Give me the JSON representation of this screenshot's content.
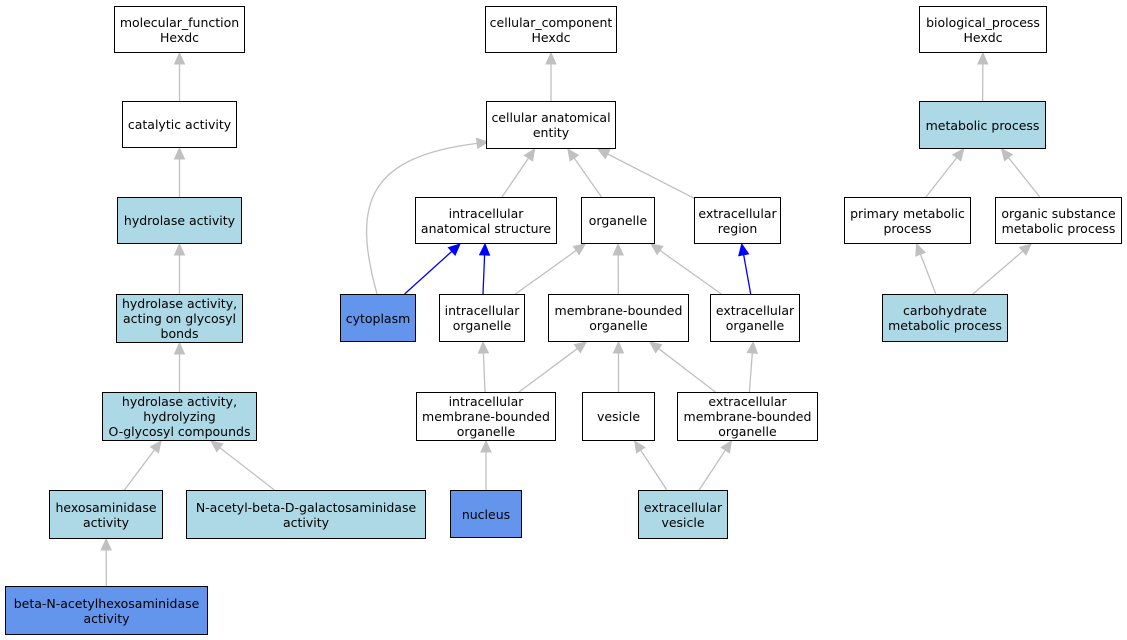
{
  "nodes": {
    "mf_root": {
      "label": "molecular_function\nHexdc",
      "fill": "white"
    },
    "catalytic": {
      "label": "catalytic activity",
      "fill": "white"
    },
    "hydrolase": {
      "label": "hydrolase activity",
      "fill": "light"
    },
    "hydrolase_glyco": {
      "label": "hydrolase activity,\nacting on glycosyl\nbonds",
      "fill": "light"
    },
    "hydrolase_oglyco": {
      "label": "hydrolase activity,\nhydrolyzing\nO-glycosyl compounds",
      "fill": "light"
    },
    "hexosaminidase": {
      "label": "hexosaminidase\nactivity",
      "fill": "light"
    },
    "nacetyl": {
      "label": "N-acetyl-beta-D-galactosaminidase\nactivity",
      "fill": "light"
    },
    "betan": {
      "label": "beta-N-acetylhexosaminidase\nactivity",
      "fill": "dark"
    },
    "cc_root": {
      "label": "cellular_component\nHexdc",
      "fill": "white"
    },
    "anat": {
      "label": "cellular anatomical\nentity",
      "fill": "white"
    },
    "intra_struct": {
      "label": "intracellular\nanatomical structure",
      "fill": "white"
    },
    "organelle": {
      "label": "organelle",
      "fill": "white"
    },
    "extra_region": {
      "label": "extracellular\nregion",
      "fill": "white"
    },
    "cytoplasm": {
      "label": "cytoplasm",
      "fill": "dark"
    },
    "intra_org": {
      "label": "intracellular\norganelle",
      "fill": "white"
    },
    "mb_org": {
      "label": "membrane-bounded\norganelle",
      "fill": "white"
    },
    "extra_org": {
      "label": "extracellular\norganelle",
      "fill": "white"
    },
    "intra_mb": {
      "label": "intracellular\nmembrane-bounded\norganelle",
      "fill": "white"
    },
    "vesicle": {
      "label": "vesicle",
      "fill": "white"
    },
    "extra_mb": {
      "label": "extracellular\nmembrane-bounded\norganelle",
      "fill": "white"
    },
    "nucleus": {
      "label": "nucleus",
      "fill": "dark"
    },
    "extra_vesicle": {
      "label": "extracellular\nvesicle",
      "fill": "light"
    },
    "bp_root": {
      "label": "biological_process\nHexdc",
      "fill": "white"
    },
    "metabolic": {
      "label": "metabolic process",
      "fill": "light"
    },
    "primary_met": {
      "label": "primary metabolic\nprocess",
      "fill": "white"
    },
    "organic_met": {
      "label": "organic substance\nmetabolic process",
      "fill": "white"
    },
    "carb_met": {
      "label": "carbohydrate\nmetabolic process",
      "fill": "light"
    }
  },
  "edges": [
    {
      "from": "catalytic",
      "to": "mf_root",
      "color": "gray"
    },
    {
      "from": "hydrolase",
      "to": "catalytic",
      "color": "gray"
    },
    {
      "from": "hydrolase_glyco",
      "to": "hydrolase",
      "color": "gray"
    },
    {
      "from": "hydrolase_oglyco",
      "to": "hydrolase_glyco",
      "color": "gray"
    },
    {
      "from": "hexosaminidase",
      "to": "hydrolase_oglyco",
      "color": "gray"
    },
    {
      "from": "nacetyl",
      "to": "hydrolase_oglyco",
      "color": "gray"
    },
    {
      "from": "betan",
      "to": "hexosaminidase",
      "color": "gray"
    },
    {
      "from": "anat",
      "to": "cc_root",
      "color": "gray"
    },
    {
      "from": "intra_struct",
      "to": "anat",
      "color": "gray"
    },
    {
      "from": "organelle",
      "to": "anat",
      "color": "gray"
    },
    {
      "from": "extra_region",
      "to": "anat",
      "color": "gray"
    },
    {
      "from": "cytoplasm",
      "to": "anat",
      "color": "gray"
    },
    {
      "from": "cytoplasm",
      "to": "intra_struct",
      "color": "blue"
    },
    {
      "from": "intra_org",
      "to": "intra_struct",
      "color": "blue"
    },
    {
      "from": "intra_org",
      "to": "organelle",
      "color": "gray"
    },
    {
      "from": "mb_org",
      "to": "organelle",
      "color": "gray"
    },
    {
      "from": "extra_org",
      "to": "organelle",
      "color": "gray"
    },
    {
      "from": "extra_org",
      "to": "extra_region",
      "color": "blue"
    },
    {
      "from": "intra_mb",
      "to": "intra_org",
      "color": "gray"
    },
    {
      "from": "intra_mb",
      "to": "mb_org",
      "color": "gray"
    },
    {
      "from": "vesicle",
      "to": "mb_org",
      "color": "gray"
    },
    {
      "from": "extra_mb",
      "to": "mb_org",
      "color": "gray"
    },
    {
      "from": "extra_mb",
      "to": "extra_org",
      "color": "gray"
    },
    {
      "from": "nucleus",
      "to": "intra_mb",
      "color": "gray"
    },
    {
      "from": "extra_vesicle",
      "to": "vesicle",
      "color": "gray"
    },
    {
      "from": "extra_vesicle",
      "to": "extra_mb",
      "color": "gray"
    },
    {
      "from": "metabolic",
      "to": "bp_root",
      "color": "gray"
    },
    {
      "from": "primary_met",
      "to": "metabolic",
      "color": "gray"
    },
    {
      "from": "organic_met",
      "to": "metabolic",
      "color": "gray"
    },
    {
      "from": "carb_met",
      "to": "primary_met",
      "color": "gray"
    },
    {
      "from": "carb_met",
      "to": "organic_met",
      "color": "gray"
    }
  ],
  "colors": {
    "white": "#ffffff",
    "light": "#add8e6",
    "dark": "#6495ed",
    "gray_edge": "#c0c0c0",
    "blue_edge": "#0000ff",
    "border": "#000000"
  }
}
